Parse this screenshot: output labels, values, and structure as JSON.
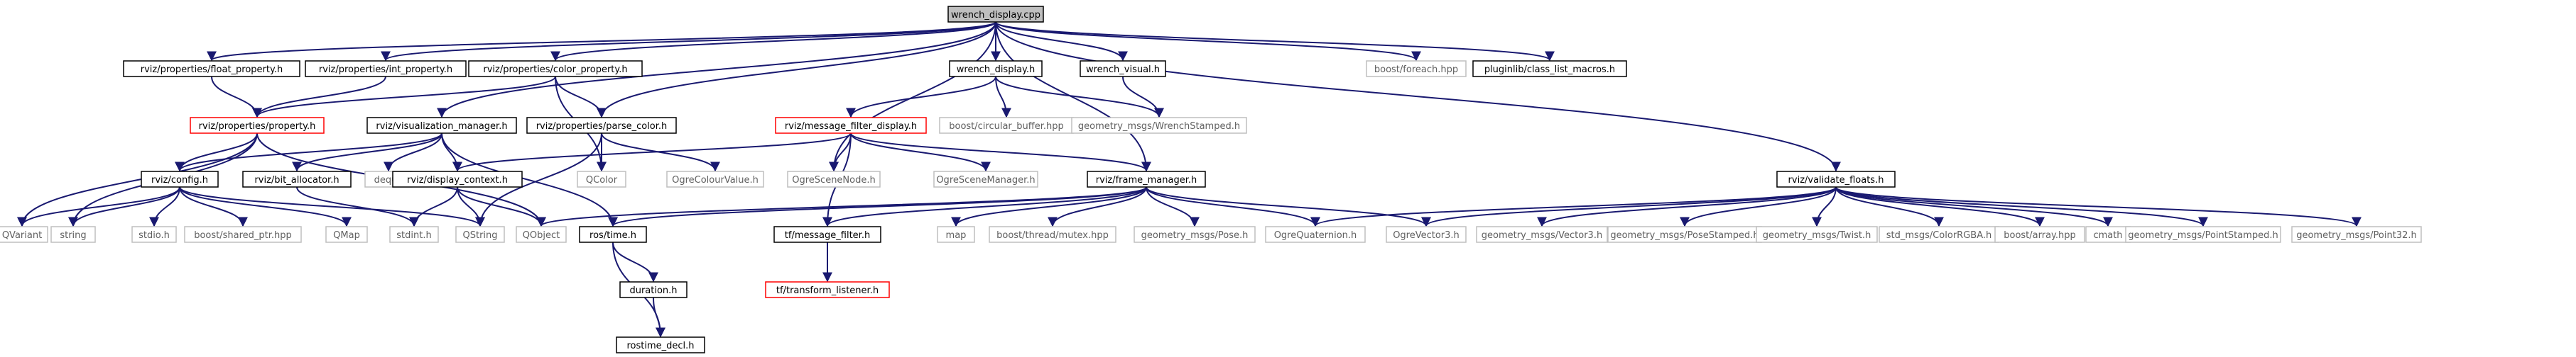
{
  "graph": {
    "colors": {
      "edge": "#191970",
      "root_fill": "#bfbfbf",
      "root_stroke": "#000000",
      "documented_stroke": "#000000",
      "undocumented_stroke": "#bfbfbf",
      "truncated_stroke": "#ff0000",
      "documented_text": "#000000",
      "undocumented_text": "#606060"
    },
    "nodes": [
      {
        "id": "root",
        "label": "wrench_display.cpp",
        "kind": "root"
      },
      {
        "id": "float_property",
        "label": "rviz/properties/float_property.h",
        "kind": "documented"
      },
      {
        "id": "int_property",
        "label": "rviz/properties/int_property.h",
        "kind": "documented"
      },
      {
        "id": "color_property",
        "label": "rviz/properties/color_property.h",
        "kind": "documented"
      },
      {
        "id": "wrench_display_h",
        "label": "wrench_display.h",
        "kind": "documented"
      },
      {
        "id": "wrench_visual",
        "label": "wrench_visual.h",
        "kind": "documented"
      },
      {
        "id": "boost_foreach",
        "label": "boost/foreach.hpp",
        "kind": "undocumented"
      },
      {
        "id": "class_list_macros",
        "label": "pluginlib/class_list_macros.h",
        "kind": "documented"
      },
      {
        "id": "property",
        "label": "rviz/properties/property.h",
        "kind": "truncated"
      },
      {
        "id": "visualization_manager",
        "label": "rviz/visualization_manager.h",
        "kind": "documented"
      },
      {
        "id": "parse_color",
        "label": "rviz/properties/parse_color.h",
        "kind": "documented"
      },
      {
        "id": "message_filter_display",
        "label": "rviz/message_filter_display.h",
        "kind": "truncated"
      },
      {
        "id": "circular_buffer",
        "label": "boost/circular_buffer.hpp",
        "kind": "undocumented"
      },
      {
        "id": "wrench_stamped",
        "label": "geometry_msgs/WrenchStamped.h",
        "kind": "undocumented"
      },
      {
        "id": "config",
        "label": "rviz/config.h",
        "kind": "documented"
      },
      {
        "id": "bit_allocator",
        "label": "rviz/bit_allocator.h",
        "kind": "documented"
      },
      {
        "id": "deque",
        "label": "deque",
        "kind": "undocumented"
      },
      {
        "id": "display_context",
        "label": "rviz/display_context.h",
        "kind": "documented"
      },
      {
        "id": "qcolor",
        "label": "QColor",
        "kind": "undocumented"
      },
      {
        "id": "ogre_colour_value",
        "label": "OgreColourValue.h",
        "kind": "undocumented"
      },
      {
        "id": "ogre_scene_node",
        "label": "OgreSceneNode.h",
        "kind": "undocumented"
      },
      {
        "id": "ogre_scene_manager",
        "label": "OgreSceneManager.h",
        "kind": "undocumented"
      },
      {
        "id": "frame_manager",
        "label": "rviz/frame_manager.h",
        "kind": "documented"
      },
      {
        "id": "validate_floats",
        "label": "rviz/validate_floats.h",
        "kind": "documented"
      },
      {
        "id": "qvariant",
        "label": "QVariant",
        "kind": "undocumented"
      },
      {
        "id": "string",
        "label": "string",
        "kind": "undocumented"
      },
      {
        "id": "stdio",
        "label": "stdio.h",
        "kind": "undocumented"
      },
      {
        "id": "shared_ptr",
        "label": "boost/shared_ptr.hpp",
        "kind": "undocumented"
      },
      {
        "id": "qmap",
        "label": "QMap",
        "kind": "undocumented"
      },
      {
        "id": "stdint",
        "label": "stdint.h",
        "kind": "undocumented"
      },
      {
        "id": "qstring",
        "label": "QString",
        "kind": "undocumented"
      },
      {
        "id": "qobject",
        "label": "QObject",
        "kind": "undocumented"
      },
      {
        "id": "ros_time",
        "label": "ros/time.h",
        "kind": "documented"
      },
      {
        "id": "tf_message_filter",
        "label": "tf/message_filter.h",
        "kind": "documented"
      },
      {
        "id": "map",
        "label": "map",
        "kind": "undocumented"
      },
      {
        "id": "mutex",
        "label": "boost/thread/mutex.hpp",
        "kind": "undocumented"
      },
      {
        "id": "pose",
        "label": "geometry_msgs/Pose.h",
        "kind": "undocumented"
      },
      {
        "id": "ogre_quaternion",
        "label": "OgreQuaternion.h",
        "kind": "undocumented"
      },
      {
        "id": "ogre_vector3",
        "label": "OgreVector3.h",
        "kind": "undocumented"
      },
      {
        "id": "vector3",
        "label": "geometry_msgs/Vector3.h",
        "kind": "undocumented"
      },
      {
        "id": "pose_stamped",
        "label": "geometry_msgs/PoseStamped.h",
        "kind": "undocumented"
      },
      {
        "id": "twist",
        "label": "geometry_msgs/Twist.h",
        "kind": "undocumented"
      },
      {
        "id": "color_rgba",
        "label": "std_msgs/ColorRGBA.h",
        "kind": "undocumented"
      },
      {
        "id": "boost_array",
        "label": "boost/array.hpp",
        "kind": "undocumented"
      },
      {
        "id": "cmath",
        "label": "cmath",
        "kind": "undocumented"
      },
      {
        "id": "point_stamped",
        "label": "geometry_msgs/PointStamped.h",
        "kind": "undocumented"
      },
      {
        "id": "point32",
        "label": "geometry_msgs/Point32.h",
        "kind": "undocumented"
      },
      {
        "id": "duration",
        "label": "duration.h",
        "kind": "documented"
      },
      {
        "id": "transform_listener",
        "label": "tf/transform_listener.h",
        "kind": "truncated"
      },
      {
        "id": "rostime_decl",
        "label": "rostime_decl.h",
        "kind": "documented"
      }
    ],
    "edges": [
      [
        "root",
        "float_property"
      ],
      [
        "root",
        "int_property"
      ],
      [
        "root",
        "color_property"
      ],
      [
        "root",
        "wrench_display_h"
      ],
      [
        "root",
        "wrench_visual"
      ],
      [
        "root",
        "boost_foreach"
      ],
      [
        "root",
        "class_list_macros"
      ],
      [
        "root",
        "visualization_manager"
      ],
      [
        "root",
        "parse_color"
      ],
      [
        "root",
        "ogre_scene_node"
      ],
      [
        "root",
        "frame_manager"
      ],
      [
        "root",
        "validate_floats"
      ],
      [
        "float_property",
        "property"
      ],
      [
        "int_property",
        "property"
      ],
      [
        "color_property",
        "property"
      ],
      [
        "color_property",
        "parse_color"
      ],
      [
        "color_property",
        "qcolor"
      ],
      [
        "wrench_display_h",
        "message_filter_display"
      ],
      [
        "wrench_display_h",
        "circular_buffer"
      ],
      [
        "wrench_display_h",
        "wrench_stamped"
      ],
      [
        "wrench_visual",
        "wrench_stamped"
      ],
      [
        "property",
        "qvariant"
      ],
      [
        "property",
        "string"
      ],
      [
        "property",
        "qobject"
      ],
      [
        "property",
        "config"
      ],
      [
        "visualization_manager",
        "config"
      ],
      [
        "visualization_manager",
        "bit_allocator"
      ],
      [
        "visualization_manager",
        "deque"
      ],
      [
        "visualization_manager",
        "display_context"
      ],
      [
        "visualization_manager",
        "ros_time"
      ],
      [
        "parse_color",
        "qcolor"
      ],
      [
        "parse_color",
        "ogre_colour_value"
      ],
      [
        "parse_color",
        "qstring"
      ],
      [
        "message_filter_display",
        "display_context"
      ],
      [
        "message_filter_display",
        "ogre_scene_node"
      ],
      [
        "message_filter_display",
        "ogre_scene_manager"
      ],
      [
        "message_filter_display",
        "frame_manager"
      ],
      [
        "message_filter_display",
        "tf_message_filter"
      ],
      [
        "config",
        "qvariant"
      ],
      [
        "config",
        "string"
      ],
      [
        "config",
        "stdio"
      ],
      [
        "config",
        "shared_ptr"
      ],
      [
        "config",
        "qmap"
      ],
      [
        "config",
        "qstring"
      ],
      [
        "bit_allocator",
        "stdint"
      ],
      [
        "display_context",
        "stdint"
      ],
      [
        "display_context",
        "qstring"
      ],
      [
        "display_context",
        "qobject"
      ],
      [
        "frame_manager",
        "map"
      ],
      [
        "frame_manager",
        "mutex"
      ],
      [
        "frame_manager",
        "pose"
      ],
      [
        "frame_manager",
        "ogre_quaternion"
      ],
      [
        "frame_manager",
        "ogre_vector3"
      ],
      [
        "frame_manager",
        "tf_message_filter"
      ],
      [
        "frame_manager",
        "ros_time"
      ],
      [
        "frame_manager",
        "qobject"
      ],
      [
        "validate_floats",
        "ogre_vector3"
      ],
      [
        "validate_floats",
        "vector3"
      ],
      [
        "validate_floats",
        "pose_stamped"
      ],
      [
        "validate_floats",
        "twist"
      ],
      [
        "validate_floats",
        "color_rgba"
      ],
      [
        "validate_floats",
        "boost_array"
      ],
      [
        "validate_floats",
        "cmath"
      ],
      [
        "validate_floats",
        "point_stamped"
      ],
      [
        "validate_floats",
        "point32"
      ],
      [
        "validate_floats",
        "ogre_quaternion"
      ],
      [
        "ros_time",
        "duration"
      ],
      [
        "ros_time",
        "rostime_decl"
      ],
      [
        "duration",
        "rostime_decl"
      ],
      [
        "tf_message_filter",
        "transform_listener"
      ]
    ]
  }
}
